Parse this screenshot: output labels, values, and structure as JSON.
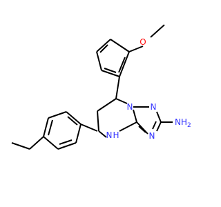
{
  "molecule": {
    "atoms": {
      "methoxy_o": {
        "label": "O",
        "color": "#ff0d0d"
      },
      "ring_n1": {
        "label": "N",
        "color": "#3333ff"
      },
      "ring_n2": {
        "label": "N",
        "color": "#3333ff"
      },
      "ring_n3": {
        "label": "N",
        "color": "#3333ff"
      },
      "amine": {
        "label": "NH",
        "sub": "2",
        "color": "#3333ff"
      },
      "nh": {
        "label": "N",
        "h": "H",
        "color": "#3333ff"
      }
    },
    "bond_color": "#000000"
  }
}
